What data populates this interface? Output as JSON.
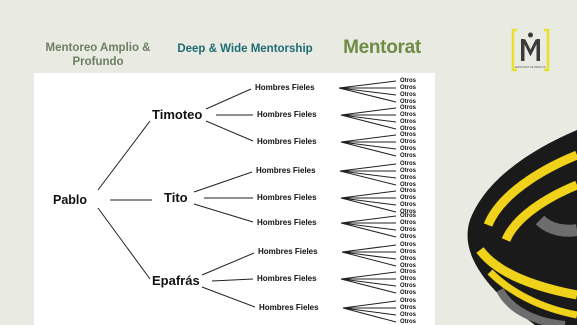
{
  "header": {
    "title_es": "Mentoreo Amplio & Profundo",
    "title_en": "Deep & Wide Mentorship",
    "brand": "Mentorat"
  },
  "colors": {
    "background": "#e9ebe2",
    "title_es": "#6d7f62",
    "title_en": "#1e6b75",
    "brand": "#6f8b45",
    "logo_frame": "#e8e02a",
    "stripe_black": "#1a1a1a",
    "stripe_yellow": "#f0d21a"
  },
  "logo": {
    "icon": "m-monogram-logo",
    "caption": "MENTORAT DE IMPACTO"
  },
  "tree": {
    "root": "Pablo",
    "level1": [
      "Timoteo",
      "Tito",
      "Epafrás"
    ],
    "level2_label": "Hombres Fieles",
    "leaf_label": "Otros"
  }
}
